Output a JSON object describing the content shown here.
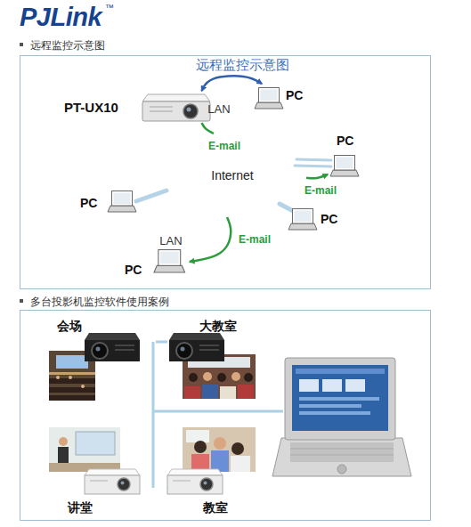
{
  "diagram": {
    "title": "PJLink",
    "nodes": [
      {
        "text": [
          "远程监控示意图"
        ]
      },
      {
        "text": [
          "PT-UX10"
        ],
        "in": 0
      },
      {
        "text": [
          "LAN"
        ],
        "in": 0
      },
      {
        "text": [
          "PC"
        ],
        "in": 0
      },
      {
        "text": [
          "Internet"
        ],
        "in": 0
      },
      {
        "text": [
          "PC"
        ],
        "in": 0
      },
      {
        "text": [
          "PC"
        ],
        "in": 0
      },
      {
        "text": [
          "PC"
        ],
        "in": 0
      },
      {
        "text": [
          "LAN"
        ],
        "in": 0
      },
      {
        "text": [
          "PC"
        ],
        "in": 0
      },
      {
        "text": [
          "多台投影机监控软件使用案例"
        ]
      },
      {
        "text": [
          "会场"
        ],
        "in": 10
      },
      {
        "text": [
          "大教室"
        ],
        "in": 10
      },
      {
        "text": [
          "讲堂"
        ],
        "in": 10
      },
      {
        "text": [
          "教室"
        ],
        "in": 10
      }
    ],
    "edges": [
      {
        "from": 1,
        "to": 3,
        "arrow": "both"
      },
      {
        "from": 1,
        "to": 4,
        "label": "E-mail",
        "arrow": "none"
      },
      {
        "from": 4,
        "to": 5,
        "label": "E-mail",
        "arrow": "to"
      },
      {
        "from": 4,
        "to": 9,
        "label": "E-mail",
        "arrow": "to"
      },
      {
        "from": 11,
        "to": 12,
        "arrow": "none"
      },
      {
        "from": 13,
        "to": 14,
        "arrow": "none"
      }
    ],
    "labels": [
      "™",
      "远程监控示意图"
    ]
  }
}
